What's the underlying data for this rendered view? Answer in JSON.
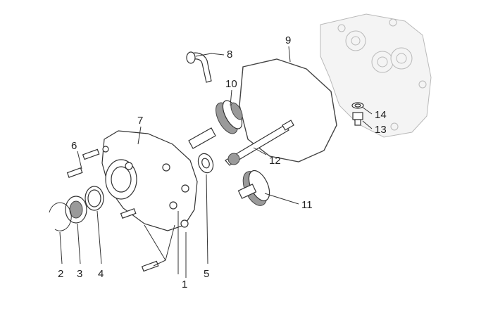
{
  "diagram": {
    "part_numbers": [
      "1",
      "2",
      "3",
      "4",
      "5",
      "6",
      "7",
      "8",
      "9",
      "10",
      "11",
      "12",
      "13",
      "14"
    ],
    "colors": {
      "ink": "#333333",
      "faint": "#b9b9b9",
      "gear": "#9a9a9a"
    }
  }
}
